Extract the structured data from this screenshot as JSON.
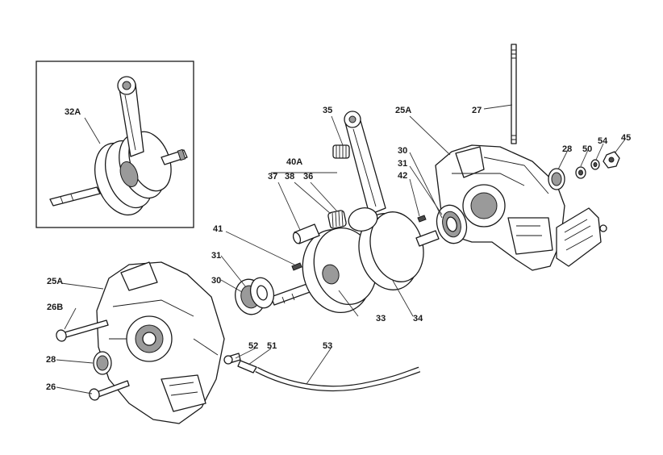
{
  "labels": {
    "l32A": "32A",
    "l35": "35",
    "l25A_top": "25A",
    "l27": "27",
    "l40A": "40A",
    "l37": "37",
    "l38": "38",
    "l36": "36",
    "l30_top": "30",
    "l31_top": "31",
    "l42": "42",
    "l28_top": "28",
    "l50": "50",
    "l54": "54",
    "l45": "45",
    "l41": "41",
    "l31_mid": "31",
    "l30_mid": "30",
    "l25A_left": "25A",
    "l26B_num": "26",
    "l26B_letter": "B",
    "l33": "33",
    "l34": "34",
    "l52": "52",
    "l51": "51",
    "l53": "53",
    "l28_left": "28",
    "l26": "26"
  }
}
